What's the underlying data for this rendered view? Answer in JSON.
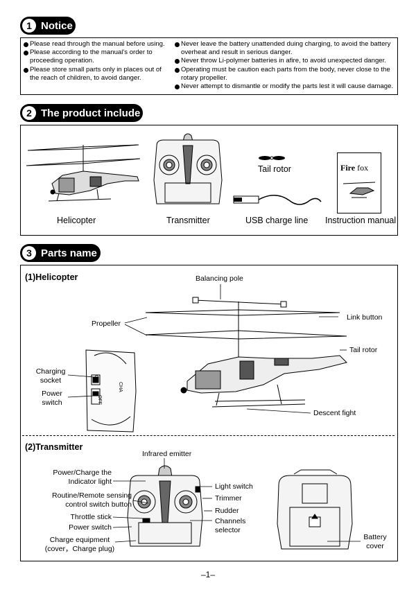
{
  "section1": {
    "number": "1",
    "title": "Notice",
    "left_items": [
      "Please read through the manual before using.",
      "Please according to the manual's order to proceeding operation.",
      "Please store small parts only in places out of the reach of children, to avoid danger."
    ],
    "right_items": [
      "Never leave the battery unattended duing charging, to avoid the battery overheat and result in serious danger.",
      "Never throw Li-polymer batteries in afire, to avoid unexpected danger.",
      "Operating must be caution each parts from the body, never close to the rotary propeller.",
      "Never attempt to dismantle or modify the parts lest it will cause damage."
    ]
  },
  "section2": {
    "number": "2",
    "title": "The product include",
    "products": {
      "helicopter": "Helicopter",
      "transmitter": "Transmitter",
      "tail_rotor": "Tail rotor",
      "usb": "USB charge line",
      "manual": "Instruction manual"
    },
    "manual_cover": {
      "brand": "Fire",
      "brand2": "fox"
    }
  },
  "section3": {
    "number": "3",
    "title": "Parts name",
    "helicopter": {
      "subtitle": "(1)Helicopter",
      "labels": {
        "balancing_pole": "Balancing pole",
        "link_button": "Link button",
        "propeller": "Propeller",
        "tail_rotor": "Tail rotor",
        "charging_socket_1": "Charging",
        "charging_socket_2": "socket",
        "power_switch_1": "Power",
        "power_switch_2": "switch",
        "descent_fight": "Descent fight",
        "switch_on": "ON",
        "switch_off": "OFF",
        "switch_cha": "CHA"
      }
    },
    "transmitter": {
      "subtitle": "(2)Transmitter",
      "labels": {
        "infrared_emitter": "Infrared emitter",
        "power_indicator_1": "Power/Charge the",
        "power_indicator_2": "Indicator light",
        "routine_remote_1": "Routine/Remote sensing",
        "routine_remote_2": "control switch button",
        "throttle_stick": "Throttle stick",
        "power_switch": "Power switch",
        "charge_equipment_1": "Charge equipment",
        "charge_equipment_2": "(cover，Charge plug)",
        "light_switch": "Light switch",
        "trimmer": "Trimmer",
        "rudder": "Rudder",
        "channels_1": "Channels",
        "channels_2": "selector",
        "battery_cover_1": "Battery",
        "battery_cover_2": "cover"
      }
    }
  },
  "page_number": "–1–"
}
